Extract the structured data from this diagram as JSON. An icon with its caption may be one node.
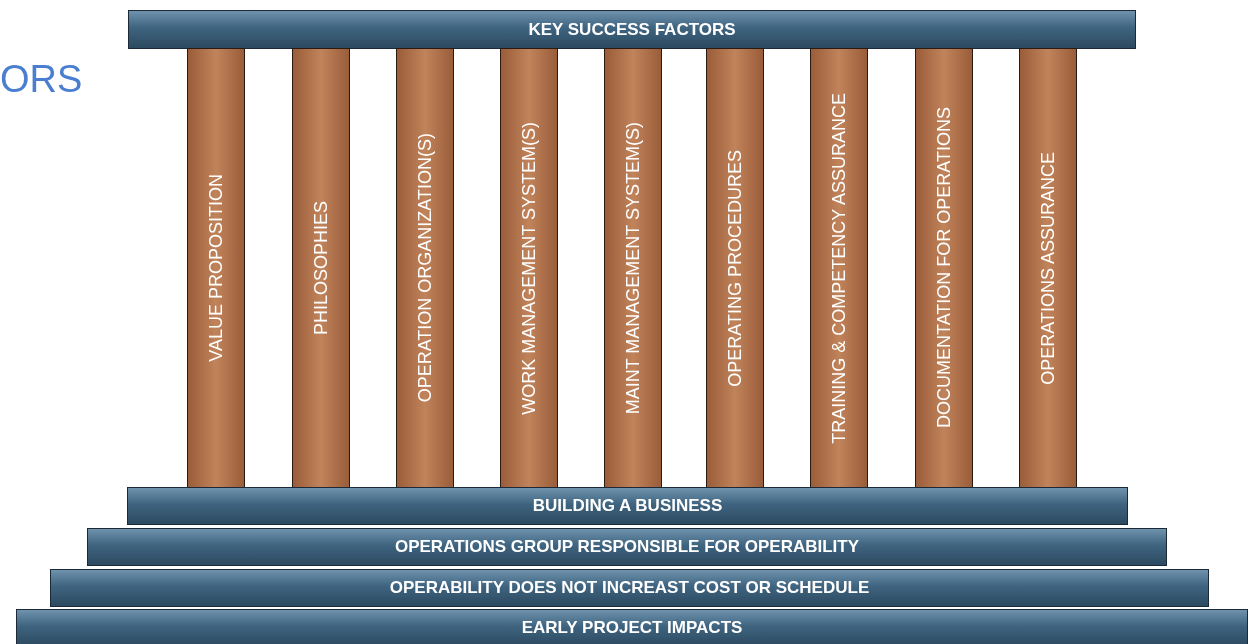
{
  "diagram": {
    "nodes": [
      {
        "text": [
          "KEY SUCCESS FACTORS"
        ]
      },
      {
        "text": [
          "VALUE PROPOSITION"
        ]
      },
      {
        "text": [
          "PHILOSOPHIES"
        ]
      },
      {
        "text": [
          "OPERATION ORGANIZATION(S)"
        ]
      },
      {
        "text": [
          "WORK MANAGEMENT SYSTEM(S)"
        ]
      },
      {
        "text": [
          "MAINT MANAGEMENT SYSTEM(S)"
        ]
      },
      {
        "text": [
          "OPERATING PROCEDURES"
        ]
      },
      {
        "text": [
          "TRAINING & COMPETENCY ASSURANCE"
        ]
      },
      {
        "text": [
          "DOCUMENTATION FOR OPERATIONS"
        ]
      },
      {
        "text": [
          "OPERATIONS ASSURANCE"
        ]
      },
      {
        "text": [
          "BUILDING A BUSINESS"
        ]
      },
      {
        "text": [
          "OPERATIONS GROUP RESPONSIBLE FOR OPERABILITY"
        ]
      },
      {
        "text": [
          "OPERABILITY DOES NOT INCREAST COST OR SCHEDULE"
        ]
      },
      {
        "text": [
          "EARLY PROJECT IMPACTS"
        ]
      }
    ],
    "edges": [],
    "labels": [
      "ORS"
    ]
  }
}
